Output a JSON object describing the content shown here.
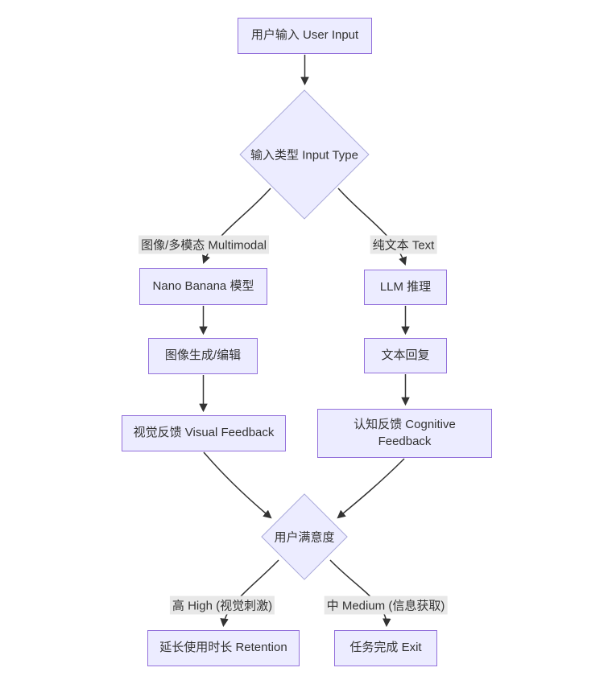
{
  "diagram": {
    "type": "flowchart",
    "nodes": {
      "user_input": "用户输入 User Input",
      "input_type": "输入类型 Input Type",
      "nano_banana": "Nano Banana 模型",
      "image_gen": "图像生成/编辑",
      "visual_feedback": "视觉反馈 Visual Feedback",
      "llm": "LLM 推理",
      "text_reply": "文本回复",
      "cognitive_feedback": "认知反馈 Cognitive Feedback",
      "satisfaction": "用户满意度",
      "retention": "延长使用时长 Retention",
      "exit": "任务完成 Exit"
    },
    "edge_labels": {
      "multimodal": "图像/多模态 Multimodal",
      "text": "纯文本 Text",
      "high": "高 High (视觉刺激)",
      "medium": "中 Medium (信息获取)"
    },
    "colors": {
      "node_fill": "#ECECFF",
      "node_border": "#9370DB",
      "edge_stroke": "#333333",
      "edge_label_bg": "#e8e8e8",
      "text": "#333333"
    }
  }
}
